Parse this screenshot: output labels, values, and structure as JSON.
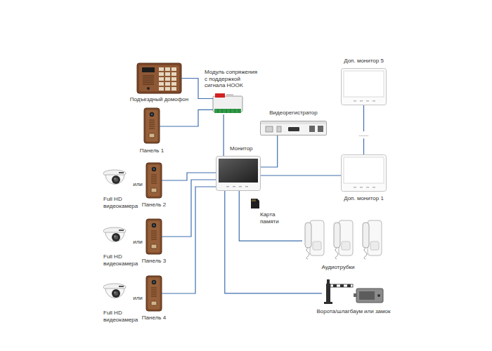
{
  "diagram": {
    "nodes": [
      {
        "text": [
          "Подъездный домофон"
        ]
      },
      {
        "text": [
          "Модуль сопряжения с поддержкой сигнала HOOK"
        ]
      },
      {
        "text": [
          "Доп. монитор 5"
        ]
      },
      {
        "text": [
          "Панель 1"
        ]
      },
      {
        "text": [
          "Видеорегистратор"
        ]
      },
      {
        "text": [
          "Монитор"
        ]
      },
      {
        "text": [
          "Доп. монитор 1"
        ]
      },
      {
        "text": [
          "Full HD видеокамера"
        ]
      },
      {
        "text": [
          "Панель 2"
        ]
      },
      {
        "text": [
          "Карта памяти"
        ]
      },
      {
        "text": [
          "Full HD видеокамера"
        ]
      },
      {
        "text": [
          "Панель 3"
        ]
      },
      {
        "text": [
          "Аудиотрубки"
        ]
      },
      {
        "text": [
          "Full HD видеокамера"
        ]
      },
      {
        "text": [
          "Панель 4"
        ]
      },
      {
        "text": [
          "Ворота/шлагбаум или замок"
        ]
      }
    ],
    "edges": [
      {
        "from": 0,
        "to": 1,
        "arrow": "none"
      },
      {
        "from": 3,
        "to": 1,
        "arrow": "none"
      },
      {
        "from": 1,
        "to": 5,
        "arrow": "none"
      },
      {
        "from": 5,
        "to": 4,
        "arrow": "none"
      },
      {
        "from": 5,
        "to": 6,
        "arrow": "none"
      },
      {
        "from": 6,
        "to": 2,
        "label": "......",
        "arrow": "none"
      },
      {
        "from": 8,
        "to": 5,
        "arrow": "none"
      },
      {
        "from": 11,
        "to": 5,
        "arrow": "none"
      },
      {
        "from": 14,
        "to": 5,
        "arrow": "none"
      },
      {
        "from": 5,
        "to": 12,
        "arrow": "none"
      },
      {
        "from": 5,
        "to": 15,
        "arrow": "none"
      }
    ],
    "labels": [
      "или",
      "или",
      "или"
    ]
  }
}
